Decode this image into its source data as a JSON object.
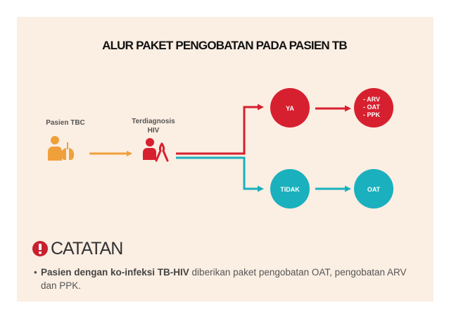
{
  "title": "ALUR PAKET PENGOBATAN PADA PASIEN TB",
  "patient": {
    "label": "Pasien TBC",
    "icon": "patient-lungs-icon"
  },
  "diagnosed": {
    "label_line1": "Terdiagnosis",
    "label_line2": "HIV",
    "icon": "patient-hiv-ribbon-icon"
  },
  "yes_branch": {
    "decision": "YA",
    "result_items": [
      "- ARV",
      "- OAT",
      "- PPK"
    ],
    "color": "#d7202f"
  },
  "no_branch": {
    "decision": "TIDAK",
    "result": "OAT",
    "color": "#1ab0bd"
  },
  "arrow_color": "#f0a03a",
  "note": {
    "heading": "CATATAN",
    "bullet": "•",
    "bold_text": "Pasien dengan ko-infeksi TB-HIV",
    "rest_text": " diberikan paket pengobatan OAT, pengobatan ARV dan PPK."
  }
}
